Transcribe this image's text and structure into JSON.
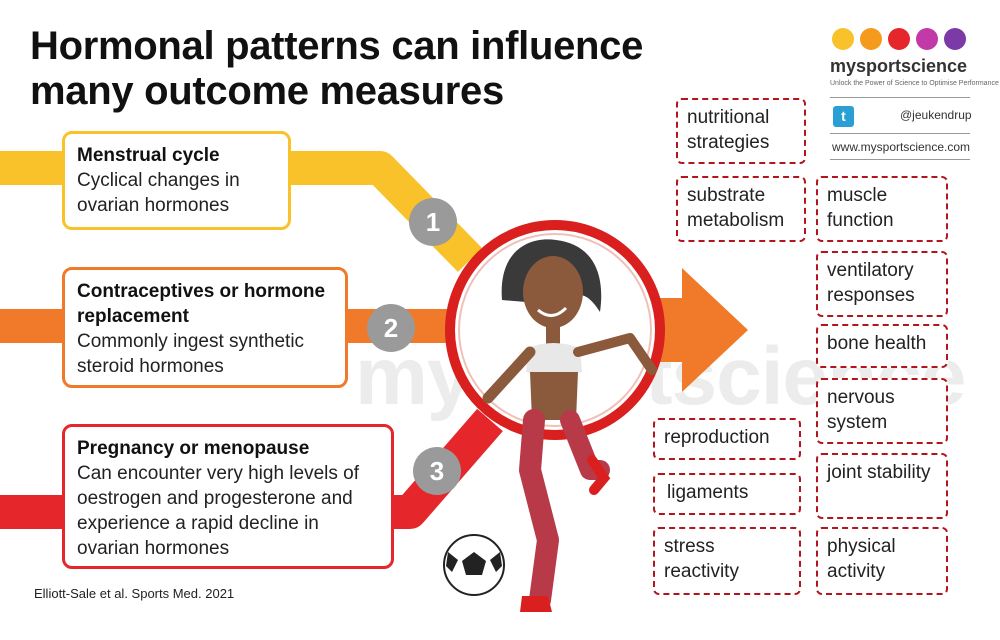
{
  "title": "Hormonal patterns can influence many outcome measures",
  "factors": [
    {
      "heading": "Menstrual cycle",
      "body": "Cyclical changes in ovarian hormones",
      "number": "1",
      "color": "#f9c12a"
    },
    {
      "heading": "Contraceptives or hormone replacement",
      "body": "Commonly ingest synthetic steroid hormones",
      "number": "2",
      "color": "#f07a2a"
    },
    {
      "heading": "Pregnancy or menopause",
      "body": "Can encounter very high levels of oestrogen and progesterone and experience a rapid decline in ovarian hormones",
      "number": "3",
      "color": "#e5262b"
    }
  ],
  "outcomes_left": [
    "nutritional strategies",
    "substrate metabolism",
    "reproduction",
    "ligaments",
    "stress reactivity"
  ],
  "outcomes_right": [
    "muscle function",
    "ventilatory responses",
    "bone health",
    "nervous system",
    "joint stability",
    "physical activity"
  ],
  "brand": {
    "name": "mysportscience",
    "tagline": "Unlock the Power of Science to Optimise Performance",
    "twitter": "@jeukendrup",
    "website": "www.mysportscience.com",
    "watermark": "mysportscience",
    "dot_colors": [
      "#f9c12a",
      "#f49a1c",
      "#e5262b",
      "#c13aa8",
      "#7b3aa6"
    ]
  },
  "colors": {
    "arrow": "#f07a2a",
    "dashed_border": "#b3151d",
    "circle_ring": "#d9201f",
    "badge": "#9a9a9a"
  },
  "citation": "Elliott-Sale et al. Sports Med. 2021"
}
